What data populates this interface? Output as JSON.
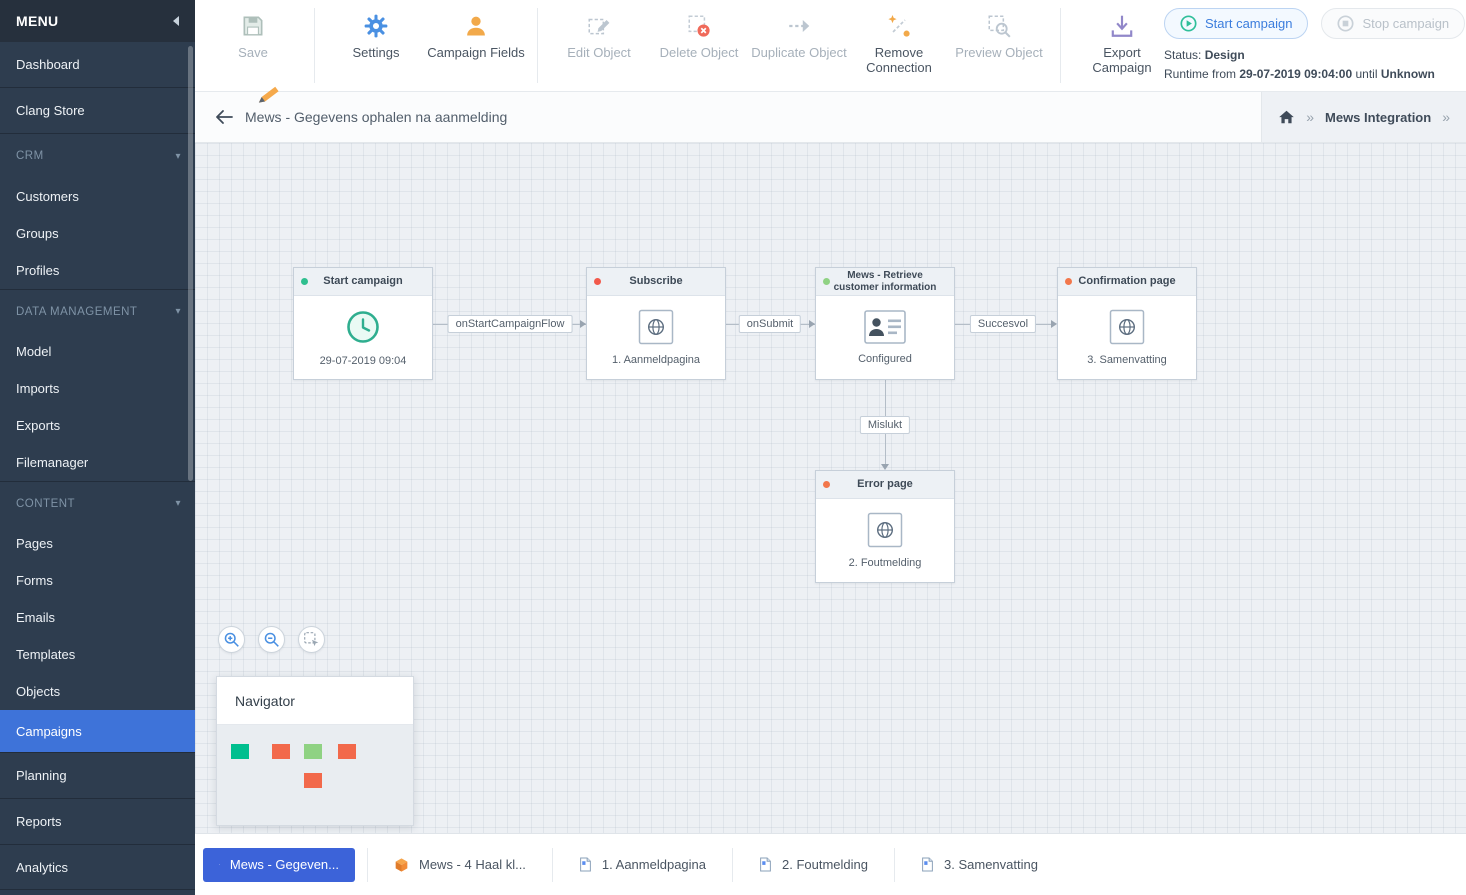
{
  "app": {
    "colors": {
      "accent_blue": "#3c6fd9",
      "sidebar_bg": "#2e3d4f",
      "sidebar_active_blue": "#3e73d9",
      "toolbar_icon_blue": "#4a90e2",
      "toolbar_icon_orange": "#f2a94a",
      "export_purple": "#9187c9",
      "start_teal": "#2fbf9a",
      "node_green": "#2fbf8f",
      "node_red": "#f2594b",
      "node_light_green": "#8fd283",
      "node_orange": "#f2774b"
    }
  },
  "sidebar": {
    "menu_label": "MENU",
    "items": [
      {
        "label": "Dashboard"
      },
      {
        "label": "Clang Store"
      },
      {
        "label": "CRM"
      },
      {
        "label": "Customers"
      },
      {
        "label": "Groups"
      },
      {
        "label": "Profiles"
      },
      {
        "label": "DATA MANAGEMENT"
      },
      {
        "label": "Model"
      },
      {
        "label": "Imports"
      },
      {
        "label": "Exports"
      },
      {
        "label": "Filemanager"
      },
      {
        "label": "CONTENT"
      },
      {
        "label": "Pages"
      },
      {
        "label": "Forms"
      },
      {
        "label": "Emails"
      },
      {
        "label": "Templates"
      },
      {
        "label": "Objects"
      },
      {
        "label": "Campaigns"
      },
      {
        "label": "Planning"
      },
      {
        "label": "Reports"
      },
      {
        "label": "Analytics"
      }
    ]
  },
  "toolbar": {
    "buttons": [
      {
        "label": "Save"
      },
      {
        "label": "Settings"
      },
      {
        "label": "Campaign Fields"
      },
      {
        "label": "Edit Object"
      },
      {
        "label": "Delete Object"
      },
      {
        "label": "Duplicate Object"
      },
      {
        "label": "Remove Connection"
      },
      {
        "label": "Preview Object"
      },
      {
        "label": "Export Campaign"
      }
    ],
    "start_campaign_label": "Start campaign",
    "stop_campaign_label": "Stop campaign",
    "status_label": "Status:",
    "status_value": "Design",
    "runtime_from_label": "Runtime from",
    "runtime_start": "29-07-2019 09:04:00",
    "runtime_until_label": "until",
    "runtime_end": "Unknown"
  },
  "breadcrumb": {
    "title": "Mews - Gegevens ophalen na aanmelding",
    "separator": "»",
    "path_item": "Mews Integration"
  },
  "canvas": {
    "nodes": [
      {
        "title": "Start campaign",
        "subtitle": "29-07-2019 09:04",
        "status_color": "#2fbf8f",
        "icon": "clock-icon"
      },
      {
        "title": "Subscribe",
        "subtitle": "1. Aanmeldpagina",
        "status_color": "#f2594b",
        "icon": "webpage-icon"
      },
      {
        "title": "Mews - Retrieve customer information",
        "subtitle": "Configured",
        "status_color": "#8fd283",
        "icon": "customer-card-icon"
      },
      {
        "title": "Confirmation page",
        "subtitle": "3. Samenvatting",
        "status_color": "#f2774b",
        "icon": "webpage-icon"
      },
      {
        "title": "Error page",
        "subtitle": "2. Foutmelding",
        "status_color": "#f2774b",
        "icon": "webpage-icon"
      }
    ],
    "connections": [
      {
        "label": "onStartCampaignFlow"
      },
      {
        "label": "onSubmit"
      },
      {
        "label": "Succesvol"
      },
      {
        "label": "Mislukt"
      }
    ],
    "navigator": {
      "title": "Navigator",
      "squares": [
        {
          "color": "#00bf8f"
        },
        {
          "color": "#f2694b"
        },
        {
          "color": "#8fd283"
        },
        {
          "color": "#f2694b"
        },
        {
          "color": "#f2694b"
        }
      ]
    }
  },
  "bottom_tabs": [
    {
      "label": "Mews - Gegeven...",
      "icon": "flow-icon"
    },
    {
      "label": "Mews - 4 Haal kl...",
      "icon": "cube-icon"
    },
    {
      "label": "1. Aanmeldpagina",
      "icon": "page-icon"
    },
    {
      "label": "2. Foutmelding",
      "icon": "page-icon"
    },
    {
      "label": "3. Samenvatting",
      "icon": "page-icon"
    }
  ]
}
